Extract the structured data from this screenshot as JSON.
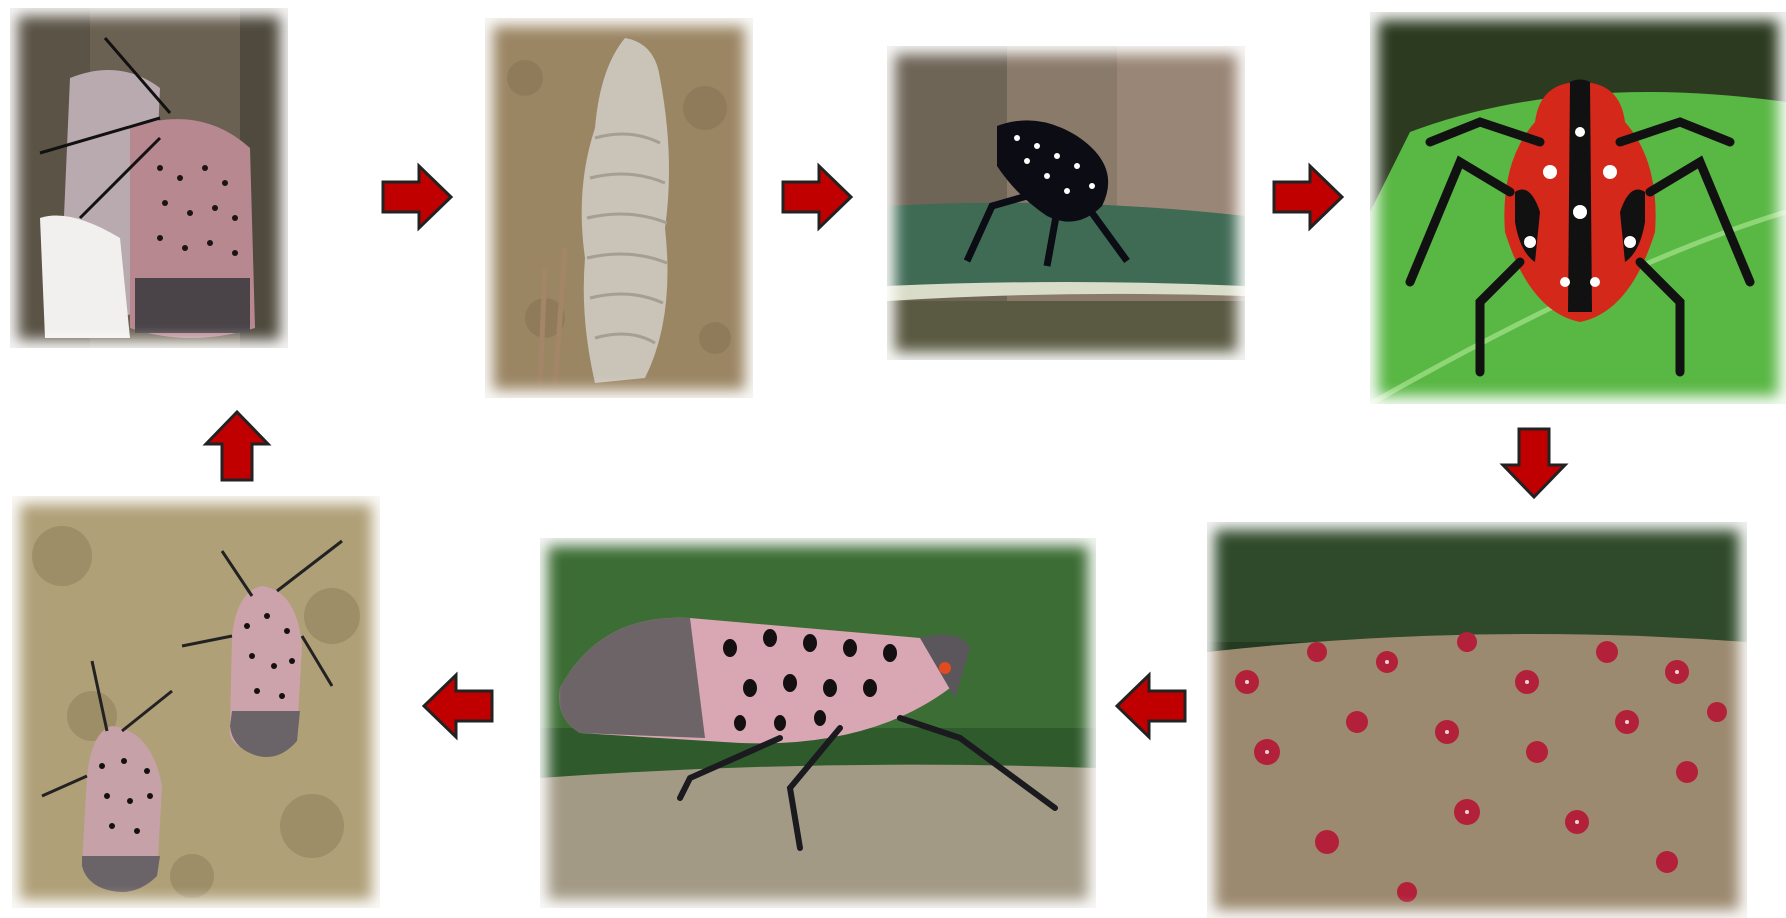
{
  "diagram": {
    "type": "life-cycle",
    "subject": "spotted-lanternfly",
    "arrow_color": "#c00000",
    "stages": [
      {
        "id": "adult-laying-eggs",
        "icon": "adult-laying-eggs-photo"
      },
      {
        "id": "egg-mass",
        "icon": "egg-mass-photo"
      },
      {
        "id": "early-nymph-black",
        "icon": "black-nymph-photo"
      },
      {
        "id": "late-nymph-red",
        "icon": "red-nymph-photo"
      },
      {
        "id": "nymph-aggregation",
        "icon": "red-nymphs-group-photo"
      },
      {
        "id": "adult-side-view",
        "icon": "adult-side-photo"
      },
      {
        "id": "adult-pair",
        "icon": "adults-pair-photo"
      }
    ],
    "flow": [
      "right",
      "right",
      "right",
      "down",
      "left",
      "left",
      "up"
    ]
  }
}
